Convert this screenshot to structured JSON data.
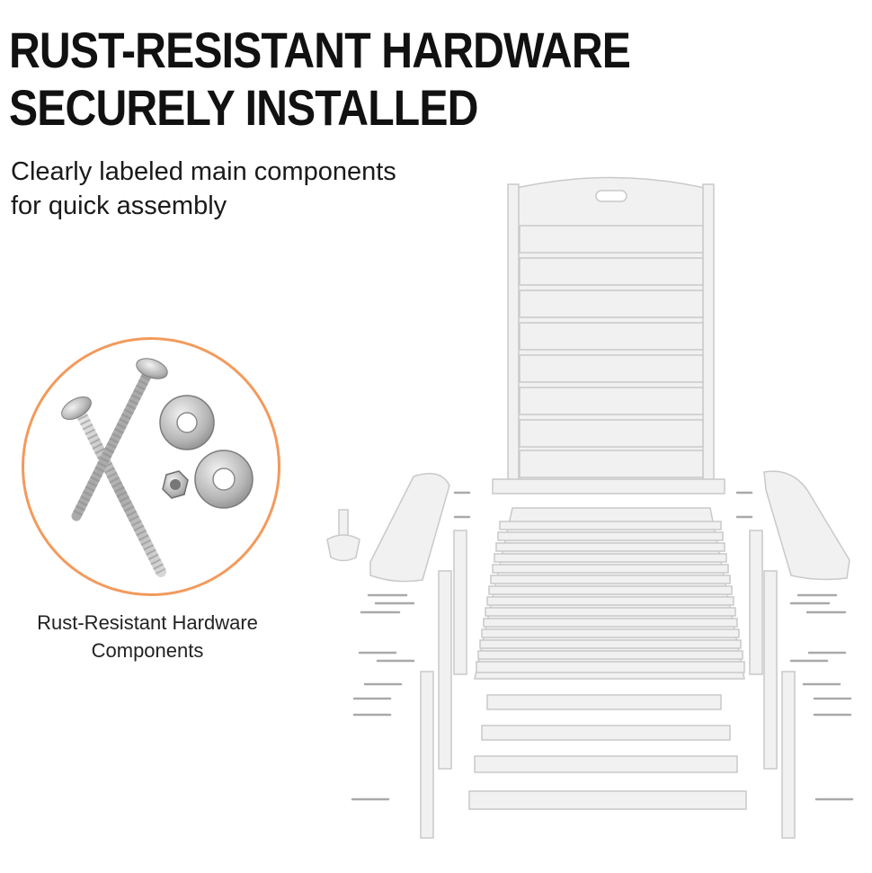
{
  "header": {
    "title_line1": "RUST-RESISTANT HARDWARE",
    "title_line2": "SECURELY INSTALLED",
    "subtitle_line1": "Clearly labeled main components",
    "subtitle_line2": "for quick assembly"
  },
  "hardware": {
    "caption_line1": "Rust-Resistant Hardware",
    "caption_line2": "Components"
  },
  "colors": {
    "accent_ring": "#f39a5c",
    "chair_fill": "#f1f1f1",
    "chair_stroke": "#c9c9c9",
    "metal": "#b8b8b8"
  }
}
